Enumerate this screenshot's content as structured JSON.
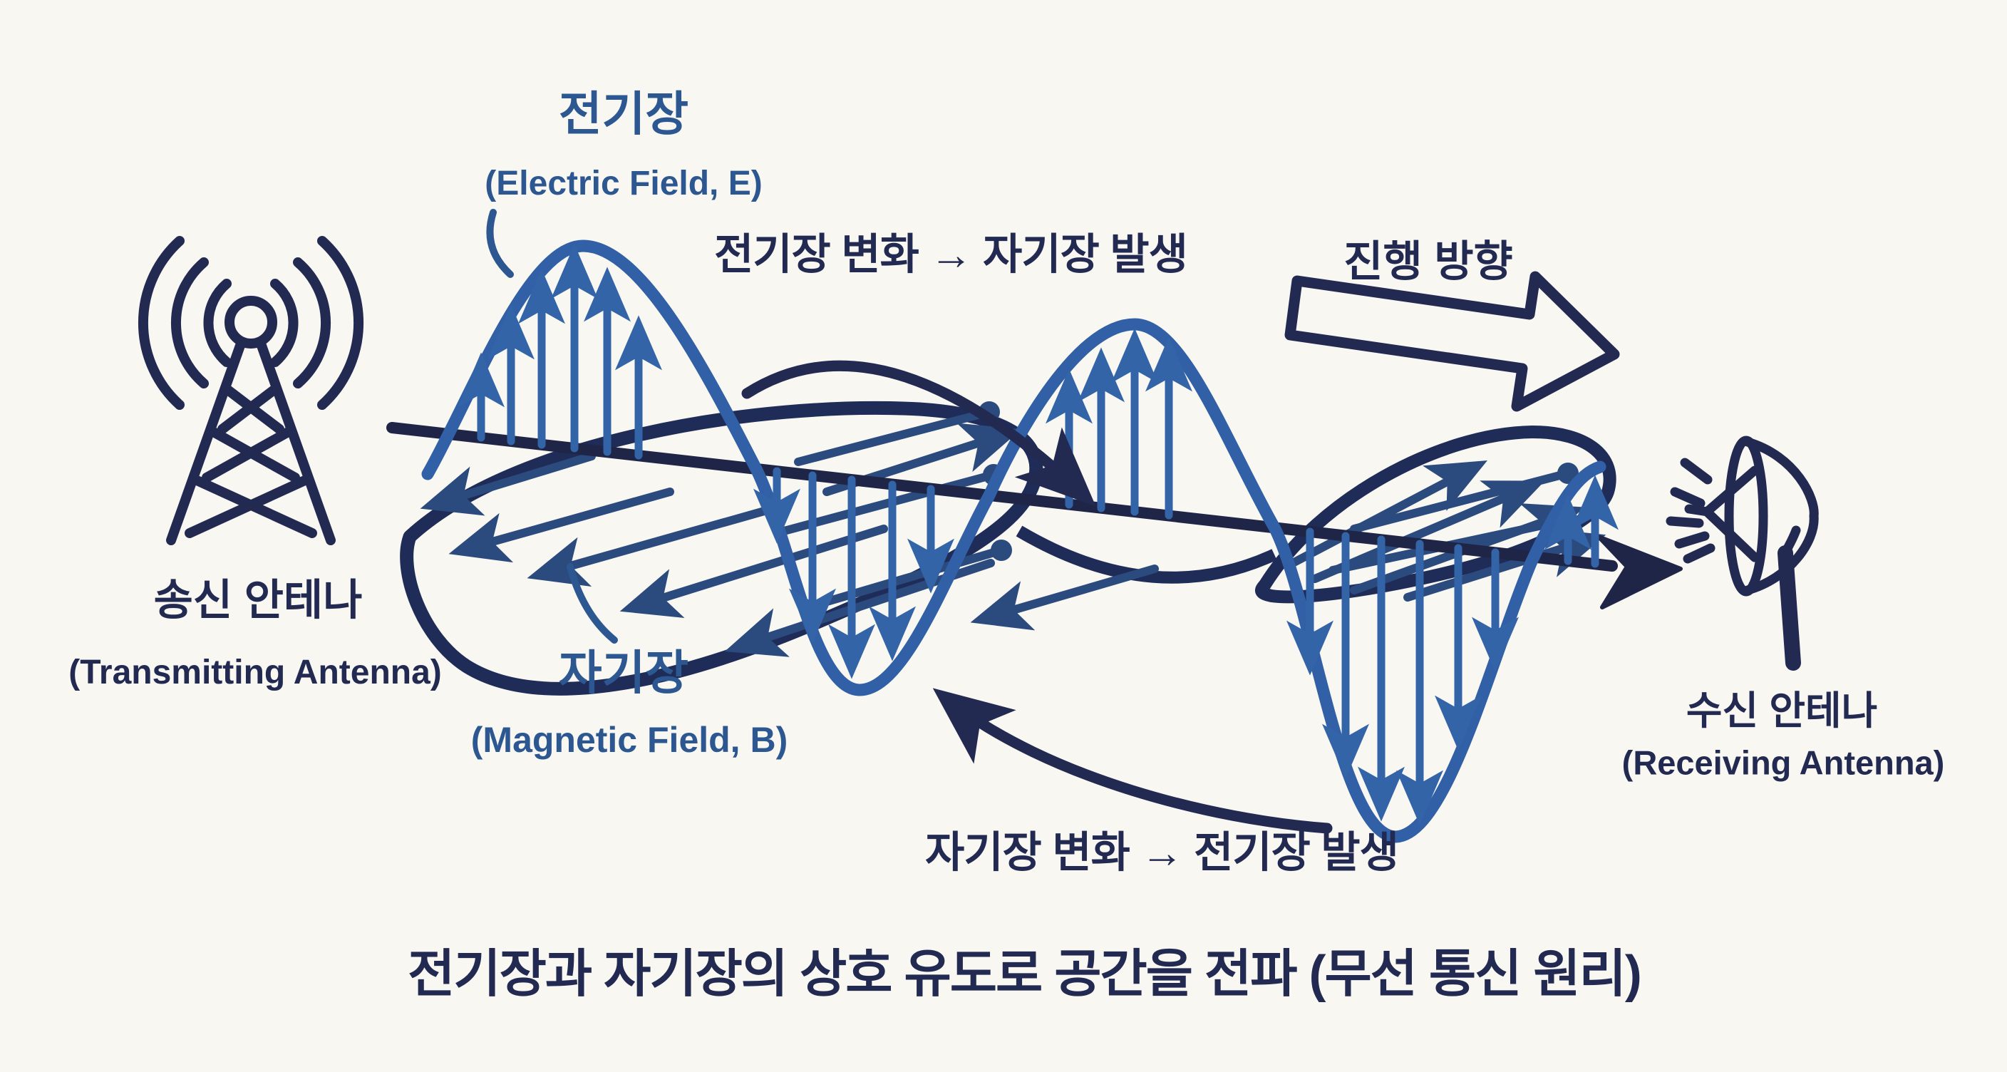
{
  "diagram": {
    "type": "hand-drawn physics diagram",
    "topic": "electromagnetic wave propagation (wireless communication principle)"
  },
  "colors": {
    "background": "#f8f7f2",
    "ink_navy": "#232a52",
    "label_blue": "#2c5791",
    "e_wave_blue": "#3160a6",
    "e_arrow_blue": "#3464a8",
    "b_petal_navy": "#1f2c58",
    "b_arrow_blue_navy": "#2b4a7e"
  },
  "labels": {
    "electric_field_ko": "전기장",
    "electric_field_en": "(Electric Field, E)",
    "magnetic_field_ko": "자기장",
    "magnetic_field_en": "(Magnetic Field, B)",
    "transmitting_antenna_ko": "송신 안테나",
    "transmitting_antenna_en": "(Transmitting Antenna)",
    "receiving_antenna_ko": "수신 안테나",
    "receiving_antenna_en": "(Receiving Antenna)",
    "process_top": "전기장 변화 → 자기장 발생",
    "process_bottom": "자기장 변화 → 전기장 발생",
    "direction": "진행 방향",
    "caption": "전기장과 자기장의 상호 유도로 공간을 전파 (무선 통신 원리)"
  },
  "icons": [
    "transmitting-antenna-icon",
    "radio-waves-icon",
    "receiving-dish-antenna-icon",
    "signal-dashes-icon",
    "direction-block-arrow",
    "propagation-axis-arrow",
    "induction-arrow-top",
    "induction-arrow-bottom"
  ]
}
